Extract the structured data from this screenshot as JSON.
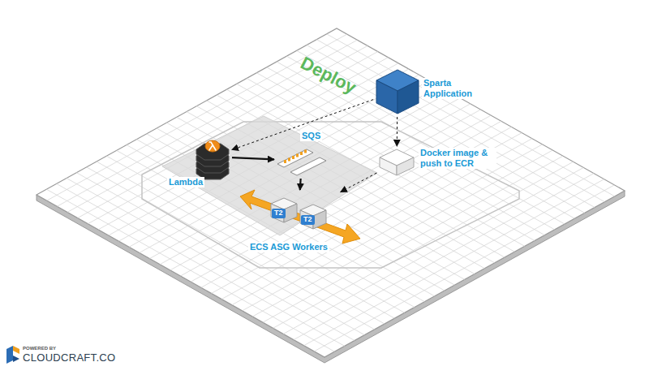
{
  "diagram": {
    "nodes": [
      {
        "text": [
          "Sparta Application"
        ]
      },
      {
        "text": [
          "Lambda"
        ]
      },
      {
        "text": [
          "SQS"
        ]
      },
      {
        "text": [
          "Docker image & push to ECR"
        ]
      },
      {
        "text": [
          "ECS ASG Workers"
        ]
      },
      {
        "text": [
          "T2"
        ],
        "in": 4
      },
      {
        "text": [
          "T2"
        ],
        "in": 4
      }
    ],
    "edges": [
      {
        "from": 0,
        "to": 1,
        "arrow": "to"
      },
      {
        "from": 0,
        "to": 3,
        "arrow": "to"
      },
      {
        "from": 1,
        "to": 2,
        "arrow": "to"
      },
      {
        "from": 2,
        "to": 4,
        "arrow": "to"
      },
      {
        "from": 3,
        "to": 4,
        "arrow": "to"
      }
    ],
    "labels": [
      "Deploy",
      "POWERED BY",
      "CLOUDCRAFT.CO"
    ]
  }
}
